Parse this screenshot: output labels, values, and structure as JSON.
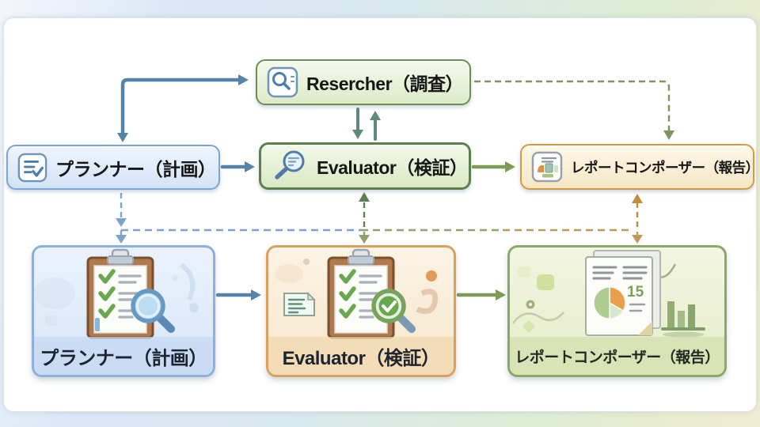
{
  "diagram": {
    "nodes": {
      "researcher": {
        "label": "Resercher（調査）",
        "icon": "search-icon"
      },
      "planner": {
        "label": "プランナー（計画）",
        "icon": "checklist-icon"
      },
      "evaluator": {
        "label": "Evaluator（検証）",
        "icon": "magnifier-lines-icon"
      },
      "report_composer": {
        "label": "レポートコンポーザー（報告）",
        "icon": "report-layout-icon"
      },
      "planner_card": {
        "label": "プランナー（計画）",
        "illustration": "clipboard-checklist-magnifier"
      },
      "evaluator_card": {
        "label": "Evaluator（検証）",
        "illustration": "clipboard-checklist-check-magnifier-note"
      },
      "report_composer_card": {
        "label": "レポートコンポーザー（報告）",
        "illustration": "report-pages-pie-bars",
        "badge_number": "15"
      }
    },
    "edges": [
      {
        "from": "planner",
        "to": "researcher",
        "style": "solid",
        "bidirectional": true,
        "color": "#5584ab"
      },
      {
        "from": "researcher",
        "to": "evaluator",
        "style": "solid",
        "color": "#5f8a77"
      },
      {
        "from": "evaluator",
        "to": "researcher",
        "style": "solid",
        "color": "#5f8a77"
      },
      {
        "from": "planner",
        "to": "evaluator",
        "style": "solid",
        "color": "#5584ab"
      },
      {
        "from": "evaluator",
        "to": "report_composer",
        "style": "solid",
        "color": "#7f9b55"
      },
      {
        "from": "researcher",
        "to": "report_composer",
        "style": "dashed",
        "color": "#7d9463"
      },
      {
        "from": "planner",
        "to": "planner_card",
        "style": "dashed",
        "color": "#7ba3cc"
      },
      {
        "from": "dashed-bus",
        "to": "evaluator",
        "style": "dashed",
        "color": "#5d8051"
      },
      {
        "from": "dashed-bus",
        "to": "evaluator_card",
        "style": "dashed",
        "color": "#93a06b"
      },
      {
        "from": "dashed-bus",
        "to": "report_composer",
        "style": "dashed",
        "color": "#c08c3e"
      },
      {
        "from": "dashed-bus",
        "to": "report_composer_card",
        "style": "dashed",
        "color": "#c0995a"
      },
      {
        "from": "planner_card",
        "to": "evaluator_card",
        "style": "solid",
        "color": "#5584ab"
      },
      {
        "from": "evaluator_card",
        "to": "report_composer_card",
        "style": "solid",
        "color": "#7f9b55"
      }
    ],
    "colors": {
      "arrow_blue": "#5584ab",
      "arrow_teal": "#5f8a77",
      "arrow_olive": "#7f9b55",
      "dash_green": "#7d9463",
      "dash_blue": "#7ba3cc",
      "dash_green_dark": "#5d8051",
      "dash_olive": "#93a06b",
      "dash_tan": "#c0995a",
      "dash_orange": "#c08c3e"
    }
  }
}
